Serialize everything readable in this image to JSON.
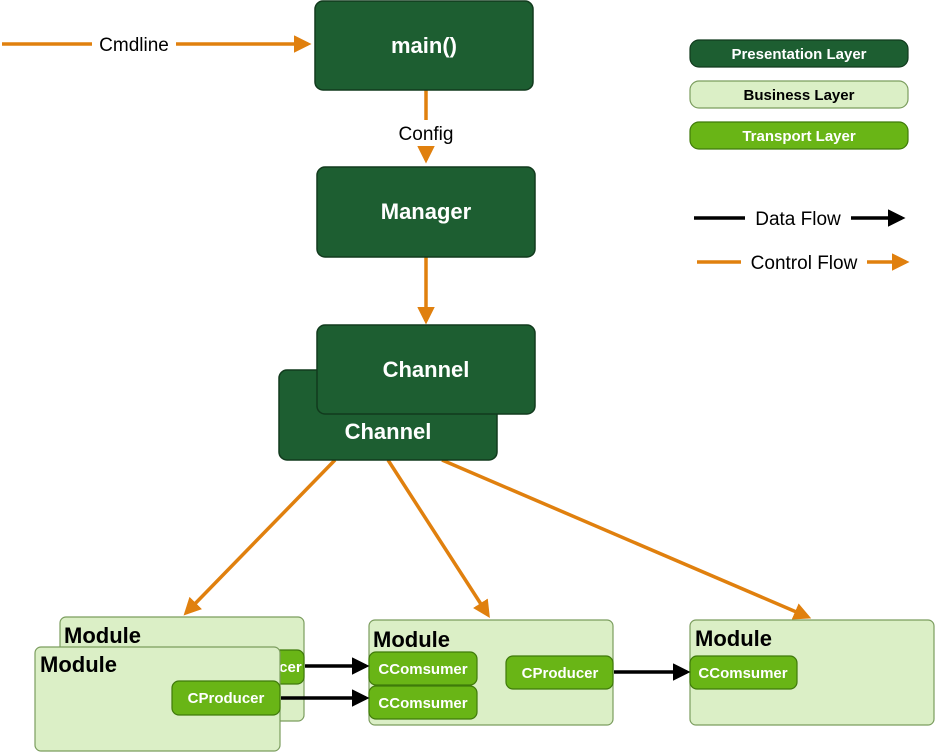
{
  "colors": {
    "dark_green": "#1d5e31",
    "dark_green_border": "#113a1d",
    "light_green": "#dbefc6",
    "light_green_border": "#7b9d5e",
    "bright_green": "#69b516",
    "bright_green_border": "#3f7a0a",
    "control_flow": "#e0800e",
    "data_flow": "#000000"
  },
  "nodes": {
    "main": "main()",
    "manager": "Manager",
    "channel_front": "Channel",
    "channel_back": "Channel"
  },
  "flow_labels": {
    "cmdline": "Cmdline",
    "config": "Config"
  },
  "modules": {
    "left_back": {
      "title": "Module",
      "component": "CProducer"
    },
    "left_front": {
      "title": "Module",
      "component": "CProducer"
    },
    "middle": {
      "title": "Module",
      "consumer_top": "CComsumer",
      "consumer_bottom": "CComsumer",
      "producer": "CProducer"
    },
    "right": {
      "title": "Module",
      "consumer": "CComsumer"
    }
  },
  "legend": {
    "presentation": "Presentation Layer",
    "business": "Business Layer",
    "transport": "Transport Layer",
    "data_flow": "Data Flow",
    "control_flow": "Control Flow"
  }
}
